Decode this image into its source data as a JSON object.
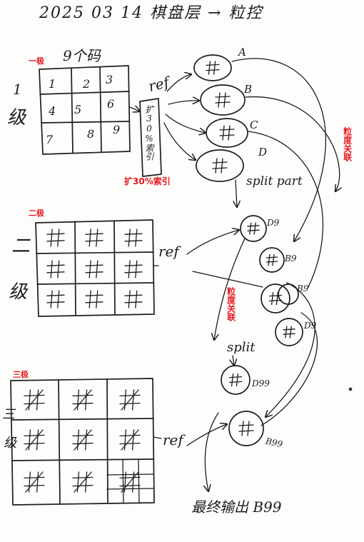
{
  "title": "2025 03 14 棋盘层 → 粒控",
  "level1": {
    "tag": "一极",
    "header": "9个码",
    "side": [
      "1",
      "级"
    ],
    "cells": [
      "1",
      "2",
      "3",
      "4",
      "5",
      "6",
      "7",
      "8",
      "9"
    ],
    "ref": "ref",
    "index_box": "扩30%索引",
    "index_label": "扩30%索引"
  },
  "top_nodes": [
    "A",
    "B",
    "C",
    "D"
  ],
  "split_part": "split part",
  "granularity_right": "粒度关联",
  "level2": {
    "tag": "二极",
    "side": [
      "二",
      "级"
    ],
    "ref": "ref"
  },
  "mid_nodes": [
    "D9",
    "B9",
    "B9",
    "D9"
  ],
  "granularity_mid": "粒度关联",
  "split": "split",
  "low_nodes": [
    "D99",
    "B99"
  ],
  "level3": {
    "tag": "三极",
    "side": [
      "三",
      "级"
    ],
    "ref": "ref"
  },
  "final": "最终输出 B99",
  "colors": {
    "ink": "#1c1c1c",
    "accent": "#e8161c",
    "paper": "#fdfdfb"
  }
}
